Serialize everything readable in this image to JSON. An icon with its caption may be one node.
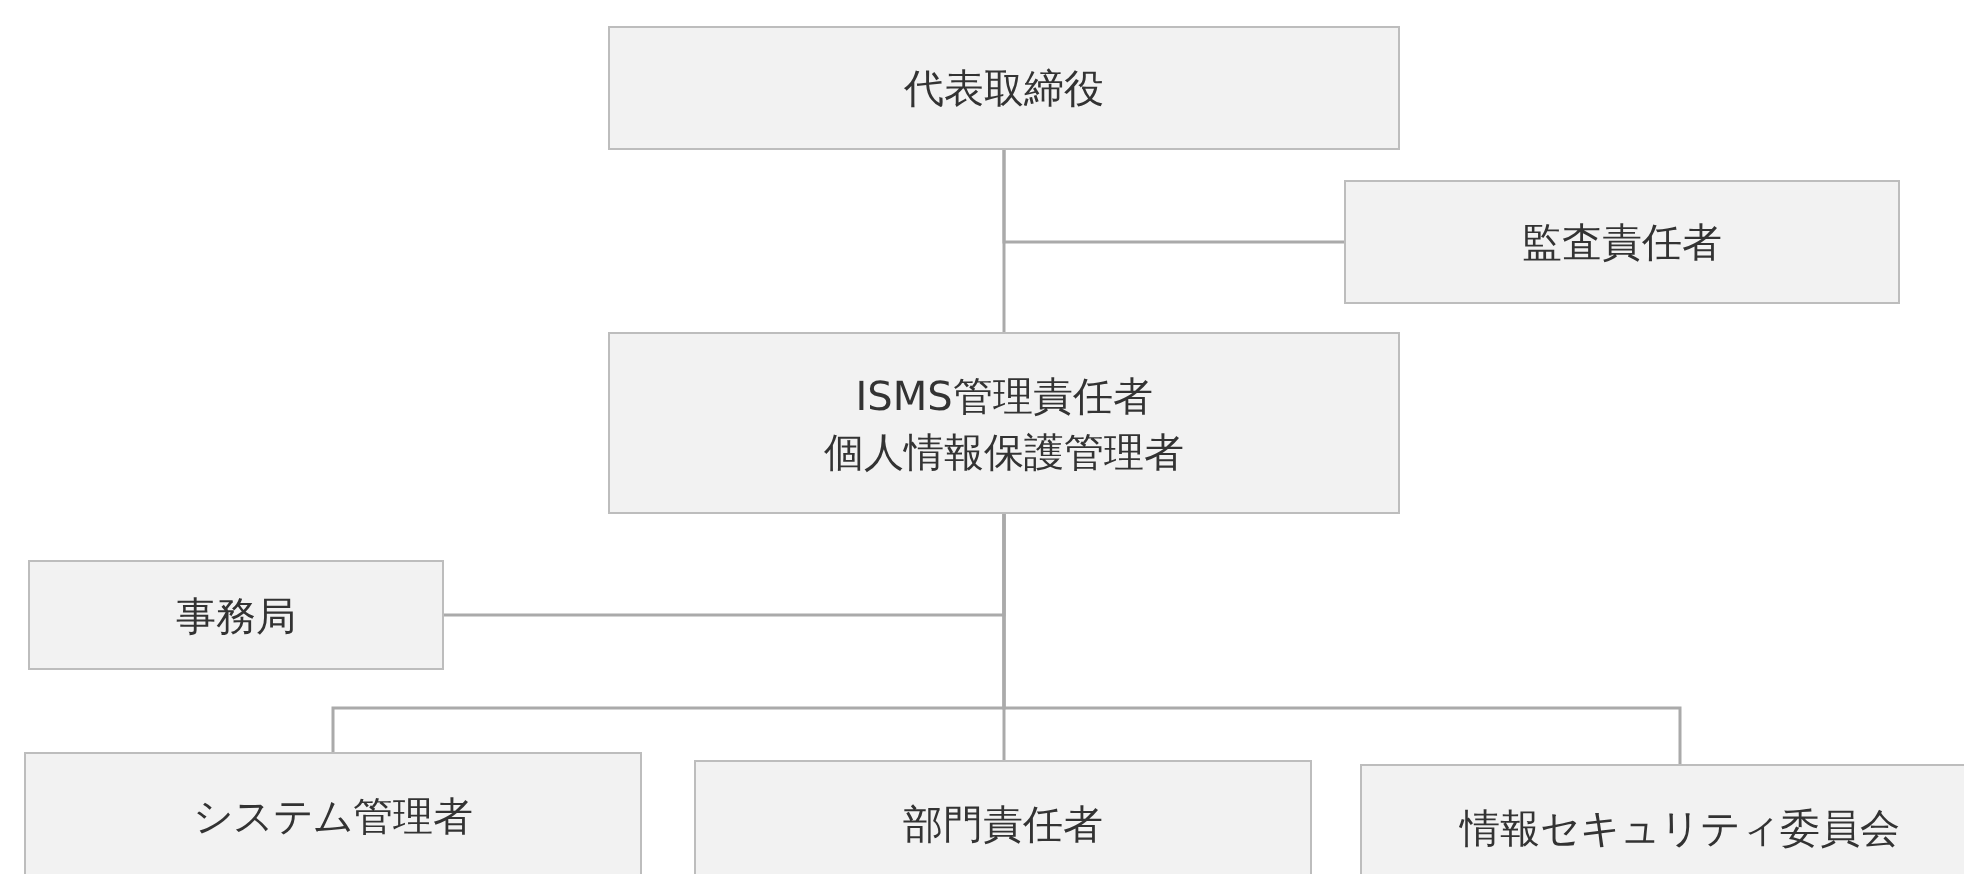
{
  "diagram": {
    "nodes": [
      {
        "text": [
          "代表取締役"
        ]
      },
      {
        "text": [
          "監査責任者"
        ]
      },
      {
        "text": [
          "ISMS管理責任者",
          "個人情報保護管理者"
        ]
      },
      {
        "text": [
          "事務局"
        ]
      },
      {
        "text": [
          "システム管理者"
        ]
      },
      {
        "text": [
          "部門責任者"
        ]
      },
      {
        "text": [
          "情報セキュリティ委員会"
        ]
      }
    ],
    "edges": [
      {
        "from": 0,
        "to": 2,
        "arrow": "none"
      },
      {
        "from": 0,
        "to": 1,
        "arrow": "none"
      },
      {
        "from": 2,
        "to": 3,
        "arrow": "none"
      },
      {
        "from": 2,
        "to": 4,
        "arrow": "none"
      },
      {
        "from": 2,
        "to": 5,
        "arrow": "none"
      },
      {
        "from": 2,
        "to": 6,
        "arrow": "none"
      }
    ]
  }
}
